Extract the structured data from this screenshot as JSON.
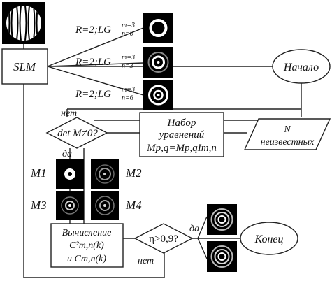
{
  "nodes": {
    "slm": "SLM",
    "start": "Начало",
    "end": "Конец",
    "condition_det": "det M≠0?",
    "condition_eta": "η>0,9?",
    "equations": {
      "line1": "Набор",
      "line2": "уравнений",
      "formula": "Mp,q=Mp,qIm,n"
    },
    "unknowns": {
      "line1": "N",
      "line2": "неизвестных"
    },
    "calculation": {
      "line1": "Вычисление",
      "line2": "C²m,n(k)",
      "line3": "и Cm,n(k)"
    }
  },
  "beam_labels": [
    {
      "prefix": "R=2;LG",
      "sup": "m=3",
      "sub": "n=0"
    },
    {
      "prefix": "R=2;LG",
      "sup": "m=3",
      "sub": "n=3"
    },
    {
      "prefix": "R=2;LG",
      "sup": "m=3",
      "sub": "n=6"
    }
  ],
  "matrix_labels": [
    "M1",
    "M2",
    "M3",
    "M4"
  ],
  "branch_labels": {
    "no_top": "нет",
    "yes_det": "да",
    "yes_eta": "да",
    "no_bottom": "нет"
  },
  "colors": {
    "line": "#222222",
    "background": "#ffffff",
    "thumb_bg": "#000000"
  },
  "icons": [
    "slm-mask-image",
    "beam-intensity-image",
    "result-intensity-image"
  ]
}
